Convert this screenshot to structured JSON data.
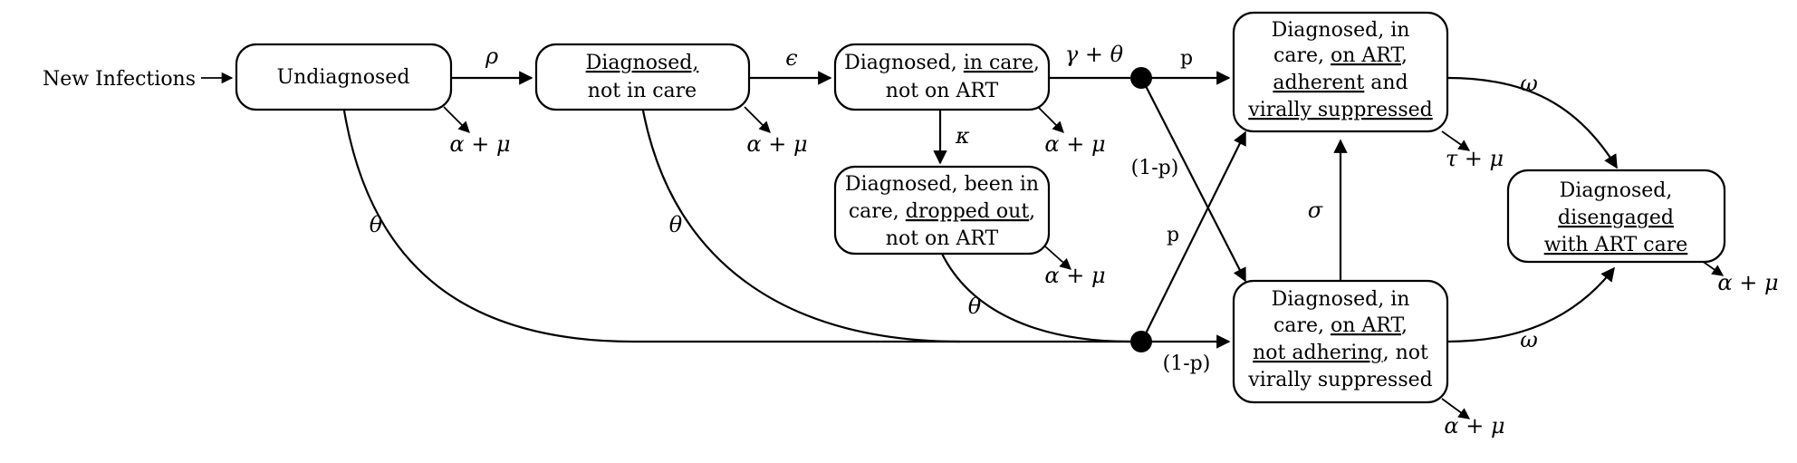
{
  "source_label": "New Infections",
  "nodes": {
    "undiagnosed": {
      "lines": [
        "Undiagnosed"
      ]
    },
    "not_in_care": {
      "lines": [
        "Diagnosed,",
        "not in care"
      ]
    },
    "in_care": {
      "line1_pre": "Diagnosed, ",
      "line1_u": "in care",
      "line1_post": ",",
      "line2": "not on ART"
    },
    "dropped_out": {
      "line1": "Diagnosed, been in",
      "line2_pre": "care, ",
      "line2_u": "dropped out",
      "line2_post": ",",
      "line3": "not on ART"
    },
    "adherent": {
      "line1": "Diagnosed, in",
      "line2_pre": "care, ",
      "line2_u": "on ART",
      "line2_post": ",",
      "line3_u": "adherent",
      "line3_post": " and",
      "line4": "virally suppressed"
    },
    "not_adhering": {
      "line1": "Diagnosed, in",
      "line2_pre": "care, ",
      "line2_u": "on ART",
      "line2_post": ",",
      "line3_u": "not adhering",
      "line3_post": ", not",
      "line4": "virally suppressed"
    },
    "disengaged": {
      "line1": "Diagnosed,",
      "line2": "disengaged",
      "line3": "with ART care"
    }
  },
  "rates": {
    "rho": "ρ",
    "epsilon": "ϵ",
    "gamma_theta": "γ + θ",
    "kappa": "κ",
    "sigma": "σ",
    "omega": "ω",
    "theta": "θ",
    "death_alpha_mu": "α + μ",
    "death_tau_mu": "τ + μ",
    "p": "p",
    "one_minus_p": "(1-p)"
  }
}
